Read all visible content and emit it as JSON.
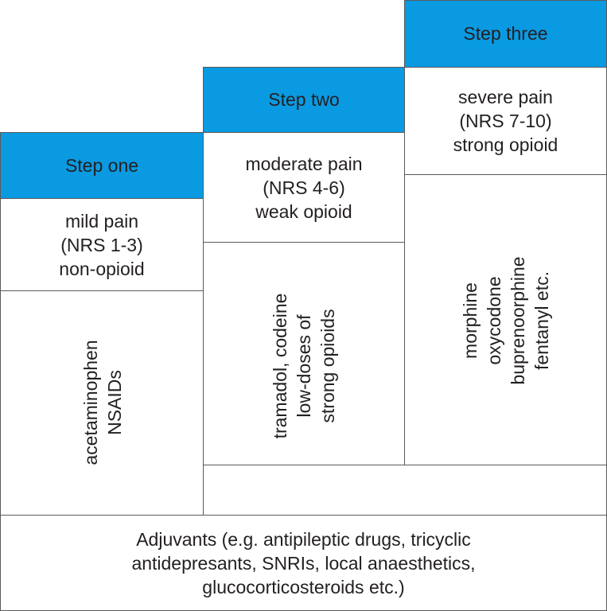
{
  "steps": [
    {
      "title": "Step one",
      "description": [
        "mild pain",
        "(NRS 1-3)",
        "non-opioid"
      ],
      "drugs": [
        "acetaminophen",
        "NSAIDs"
      ]
    },
    {
      "title": "Step two",
      "description": [
        "moderate pain",
        "(NRS 4-6)",
        "weak opioid"
      ],
      "drugs": [
        "tramadol, codeine",
        "low-doses of",
        "strong opioids"
      ]
    },
    {
      "title": "Step three",
      "description": [
        "severe pain",
        "(NRS 7-10)",
        "strong opioid"
      ],
      "drugs": [
        "morphine",
        "oxycodone",
        "buprenoorphine",
        "fentanyl etc."
      ]
    }
  ],
  "adjuvants": [
    "Adjuvants (e.g. antipileptic drugs, tricyclic",
    "antidepresants, SNRIs, local anaesthetics,",
    "glucocorticosteroids etc.)"
  ],
  "colors": {
    "header_fill": "#0a9ae2",
    "border": "#5a5a5a"
  }
}
